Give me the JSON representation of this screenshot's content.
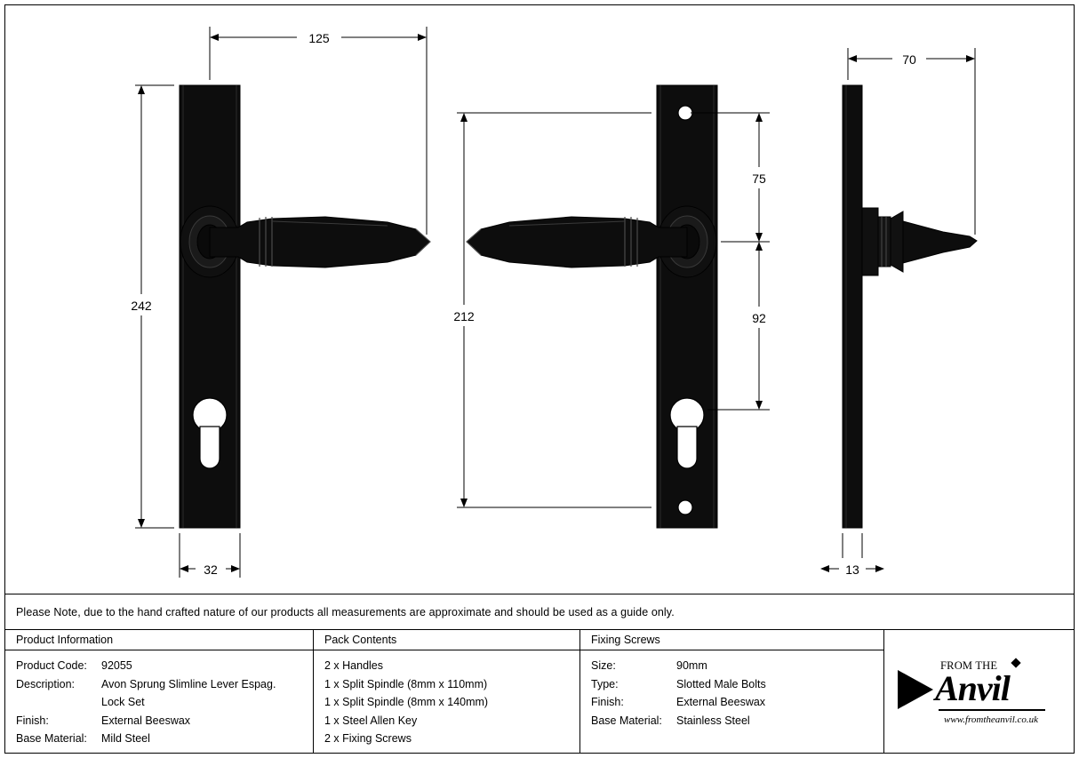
{
  "note": "Please Note, due to the hand crafted nature of our products all measurements are approximate and should be used as a guide only.",
  "dimensions": {
    "backplate_length": "242",
    "backplate_width": "32",
    "lever_projection": "125",
    "plate_length_rear": "212",
    "handle_projection": "70",
    "plate_thickness": "13",
    "spindle_to_top": "75",
    "spindle_to_cylinder": "92"
  },
  "table": {
    "product_information": {
      "header": "Product Information",
      "rows": [
        {
          "key": "Product Code:",
          "value": "92055"
        },
        {
          "key": "Description:",
          "value": "Avon Sprung Slimline Lever Espag."
        },
        {
          "key": "",
          "value": "Lock Set"
        },
        {
          "key": "Finish:",
          "value": "External Beeswax"
        },
        {
          "key": "Base Material:",
          "value": "Mild Steel"
        }
      ]
    },
    "pack_contents": {
      "header": "Pack Contents",
      "items": [
        "2 x Handles",
        "1 x Split Spindle (8mm x 110mm)",
        "1 x Split Spindle (8mm x 140mm)",
        "1 x Steel Allen Key",
        "2 x Fixing Screws"
      ]
    },
    "fixing_screws": {
      "header": "Fixing Screws",
      "rows": [
        {
          "key": "Size:",
          "value": "90mm"
        },
        {
          "key": "Type:",
          "value": "Slotted Male Bolts"
        },
        {
          "key": "Finish:",
          "value": "External Beeswax"
        },
        {
          "key": "Base Material:",
          "value": "Stainless Steel"
        }
      ]
    }
  },
  "logo": {
    "from_the": "FROM THE",
    "anvil": "Anvil",
    "url": "www.fromtheanvil.co.uk"
  },
  "colors": {
    "line": "#000000",
    "background": "#ffffff",
    "fill": "#0a0a0a"
  }
}
